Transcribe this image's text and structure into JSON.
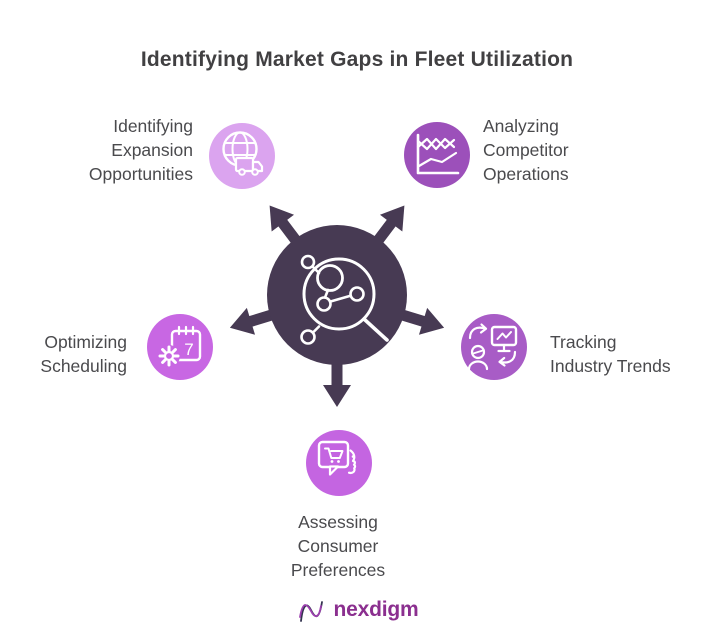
{
  "title": "Identifying Market Gaps in Fleet Utilization",
  "hub": {
    "icon": "magnifier-network-icon",
    "color": "#473a53",
    "arrow_count": 5
  },
  "nodes": [
    {
      "id": "expansion",
      "lines": [
        "Identifying",
        "Expansion",
        "Opportunities"
      ],
      "icon": "globe-truck-icon",
      "color": "#dba4ef"
    },
    {
      "id": "competitor",
      "lines": [
        "Analyzing",
        "Competitor",
        "Operations"
      ],
      "icon": "line-chart-icon",
      "color": "#9c50ba"
    },
    {
      "id": "scheduling",
      "lines": [
        "Optimizing",
        "Scheduling"
      ],
      "icon": "calendar-gear-icon",
      "color": "#c867e3"
    },
    {
      "id": "trends",
      "lines": [
        "Tracking",
        "Industry Trends"
      ],
      "icon": "person-monitor-cycle-icon",
      "color": "#a85cc6"
    },
    {
      "id": "preferences",
      "lines": [
        "Assessing",
        "Consumer",
        "Preferences"
      ],
      "icon": "chat-cart-face-icon",
      "color": "#c465e1"
    }
  ],
  "calendar_day": "7",
  "footer": {
    "brand": "nexdigm"
  },
  "colors": {
    "title_text": "#414042",
    "label_text": "#4a4a4d",
    "hub": "#473a53",
    "brand_purple": "#8b2f8f",
    "background": "#ffffff"
  }
}
